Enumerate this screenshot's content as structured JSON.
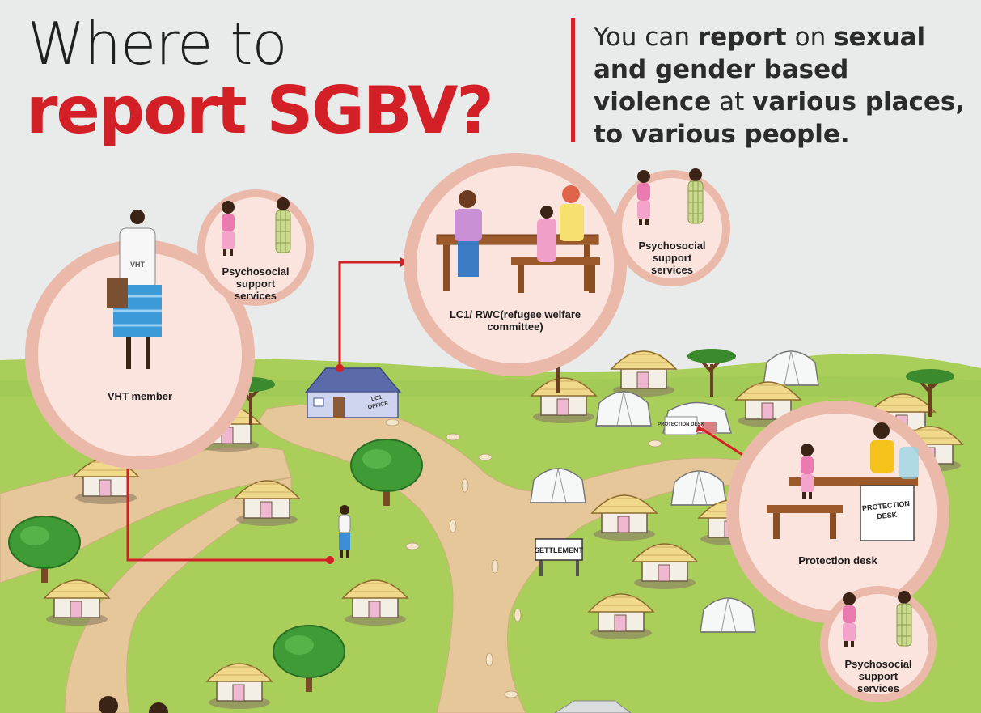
{
  "header": {
    "title_line1": "Where to",
    "title_line2": "report SGBV?",
    "subtitle_parts": [
      {
        "text": "You can ",
        "bold": false
      },
      {
        "text": "report",
        "bold": true
      },
      {
        "text": " on ",
        "bold": false
      },
      {
        "text": "sexual and gender based violence",
        "bold": true
      },
      {
        "text": " at ",
        "bold": false
      },
      {
        "text": "various places, to various people.",
        "bold": true
      }
    ]
  },
  "places": {
    "vht_member": "VHT member",
    "psychosocial_1": "Psychosocial support services",
    "lc1_rwc": "LC1/ RWC(refugee welfare committee)",
    "psychosocial_2": "Psychosocial support services",
    "protection_desk": "Protection desk",
    "psychosocial_3": "Psychosocial support services"
  },
  "signs": {
    "lc1_office": "LC1 OFFICE",
    "protection_desk_tent": "PROTECTION DESK",
    "protection_desk_table": "PROTECTION DESK",
    "settlement": "SETTLEMENT",
    "vht_shirt": "VHT"
  },
  "colors": {
    "accent_red": "#d32027",
    "ground_green": "#a9cf5a",
    "path_tan": "#e6c79a",
    "circle_fill": "#fbe4dd",
    "circle_ring": "#eab9aa"
  }
}
